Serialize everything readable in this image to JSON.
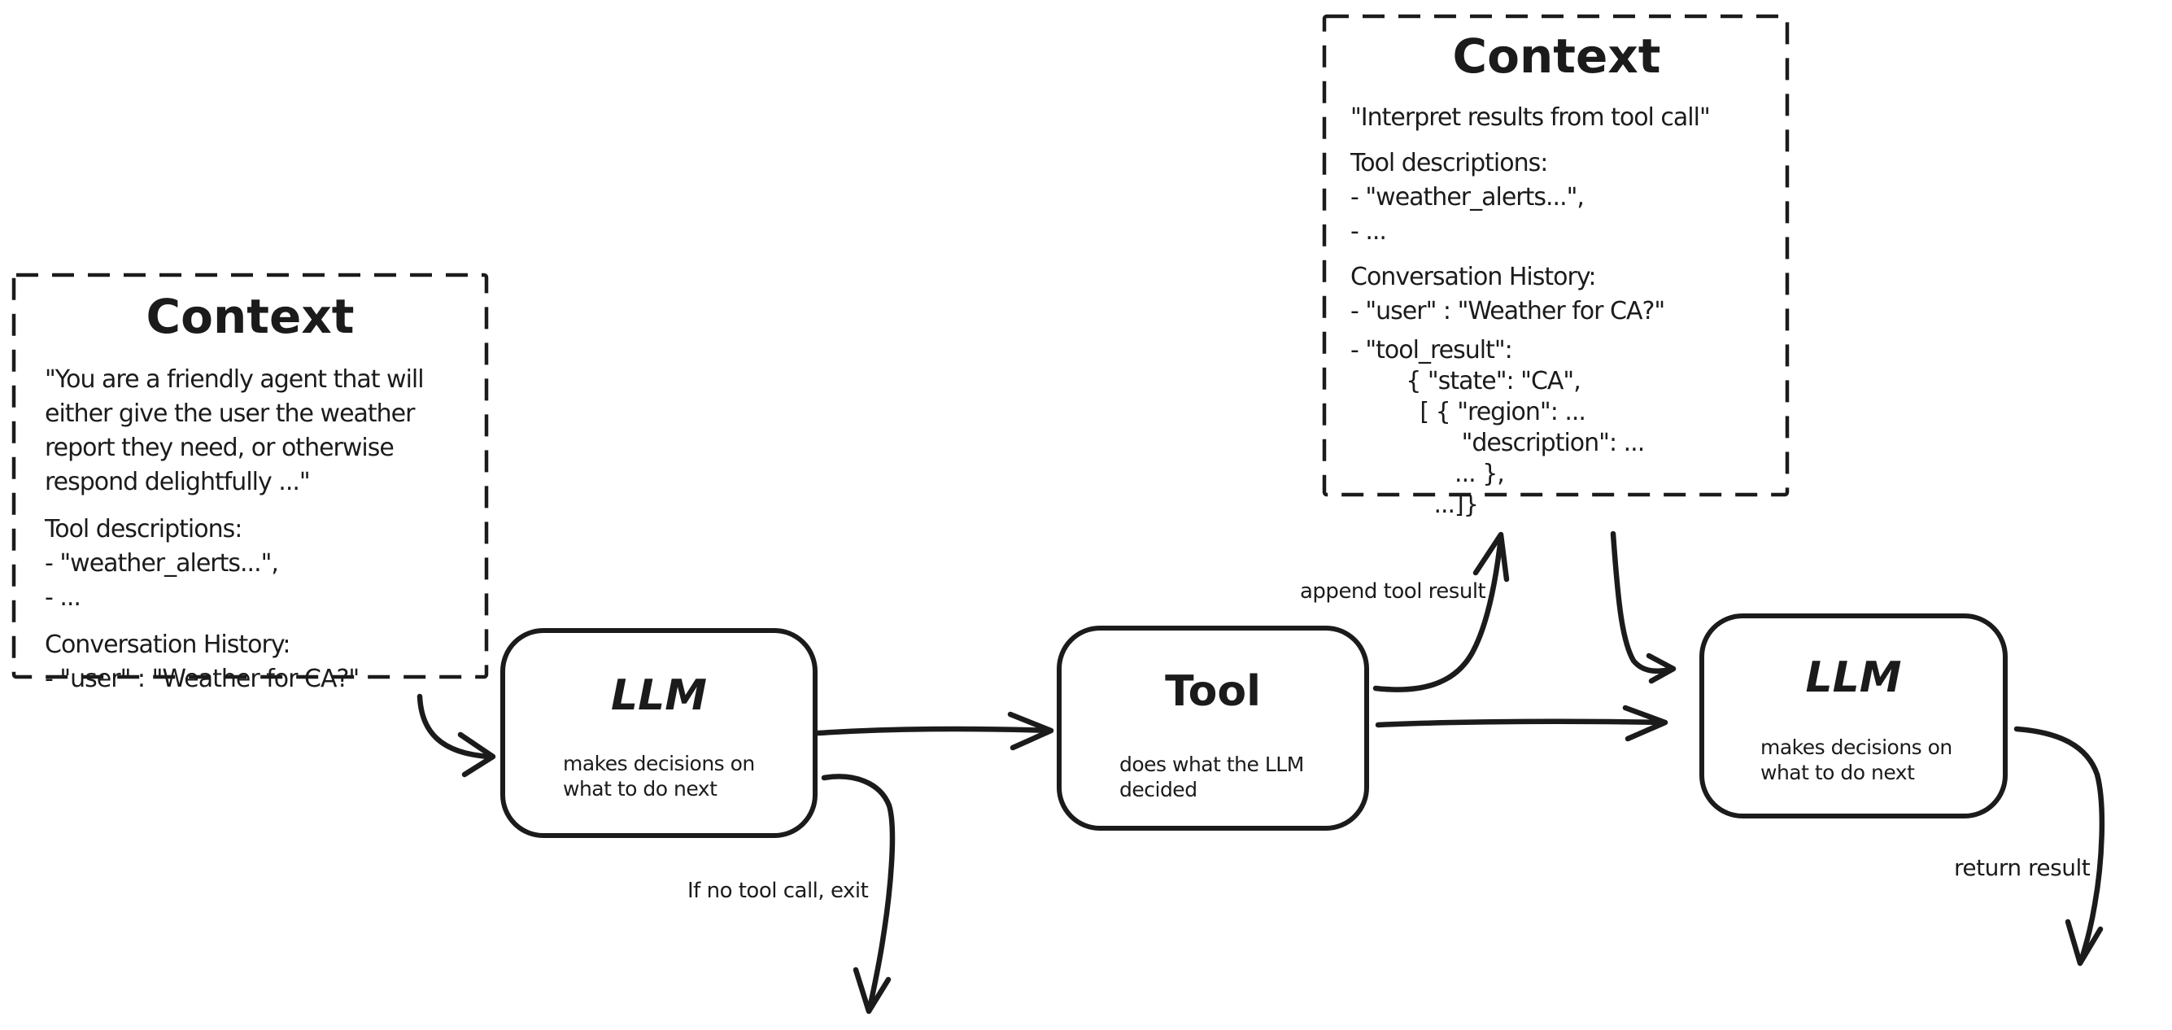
{
  "page": {
    "background": "#ffffff",
    "ink": "#1b1b1b"
  },
  "context_left": {
    "title": "Context",
    "system_prompt": "\"You are a friendly agent that will\neither give the user the weather\nreport they need, or otherwise\nrespond delightfully ...\"",
    "tool_descriptions": "Tool descriptions:\n- \"weather_alerts...\",\n- ...",
    "conversation_history": "Conversation History:\n- \"user\" : \"Weather for CA?\""
  },
  "context_right": {
    "title": "Context",
    "instruction": "\"Interpret results from tool call\"",
    "tool_descriptions": "Tool descriptions:\n- \"weather_alerts...\",\n- ...",
    "conversation_history": "Conversation History:\n- \"user\" : \"Weather for CA?\"",
    "tool_result": "- \"tool_result\":\n        { \"state\": \"CA\",\n          [ { \"region\": ...\n                \"description\": ...\n               ... },\n            ...]}"
  },
  "nodes": {
    "llm_1": {
      "title": "LLM",
      "subtitle": "makes decisions on\nwhat to do next"
    },
    "tool": {
      "title": "Tool",
      "subtitle": "does what the LLM\ndecided"
    },
    "llm_2": {
      "title": "LLM",
      "subtitle": "makes decisions on\nwhat to do next"
    }
  },
  "edge_labels": {
    "append_tool_result": "append tool result",
    "no_tool_call_exit": "If no tool call, exit",
    "return_result": "return result"
  }
}
